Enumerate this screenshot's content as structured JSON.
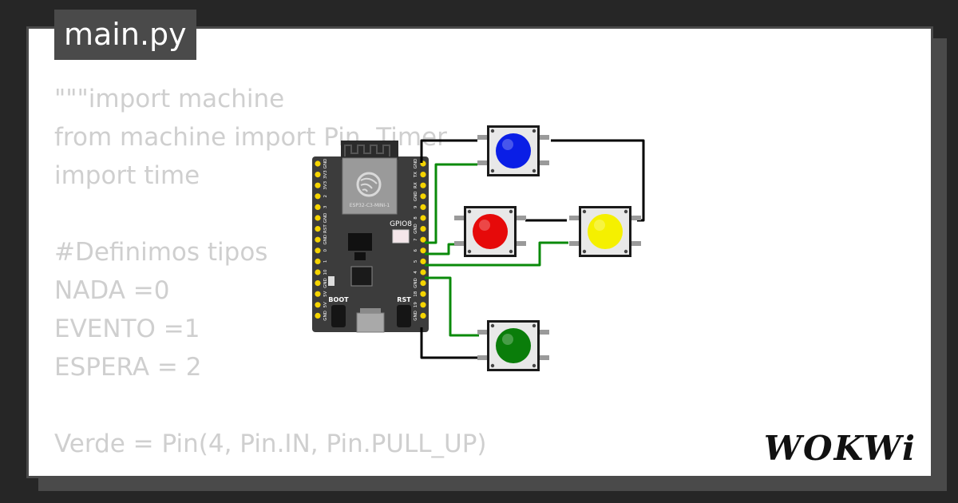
{
  "tab": {
    "filename": "main.py"
  },
  "code_lines": [
    "\"\"\"import machine",
    "from machine import Pin, Timer",
    "import time",
    "",
    "#Definimos tipos",
    "NADA =0",
    "EVENTO =1",
    "ESPERA = 2",
    "",
    "Verde = Pin(4, Pin.IN, Pin.PULL_UP)"
  ],
  "board": {
    "module_label": "ESP32-C3-MINI-1",
    "gpio_label": "GPIO8",
    "boot_label": "BOOT",
    "rst_label": "RST",
    "left_pins": [
      "GND",
      "3V3",
      "3V3",
      "2",
      "3",
      "GND",
      "RST",
      "GND",
      "0",
      "1",
      "10",
      "GND",
      "5V",
      "5V",
      "GND"
    ],
    "right_pins": [
      "GND",
      "TX",
      "RX",
      "GND",
      "9",
      "8",
      "GND",
      "7",
      "6",
      "5",
      "4",
      "GND",
      "18",
      "19",
      "GND"
    ]
  },
  "buttons": [
    {
      "name": "blue",
      "color": "#0a1ee6"
    },
    {
      "name": "red",
      "color": "#e60a0a"
    },
    {
      "name": "yellow",
      "color": "#f5f000"
    },
    {
      "name": "green",
      "color": "#0a7d0a"
    }
  ],
  "wire_colors": {
    "gnd": "#000000",
    "signal": "#0a8a0a"
  },
  "brand": {
    "name": "WOKWi"
  },
  "colors": {
    "background": "#262626",
    "frame": "#4a4a4a",
    "code_text": "#cfcfcf"
  }
}
